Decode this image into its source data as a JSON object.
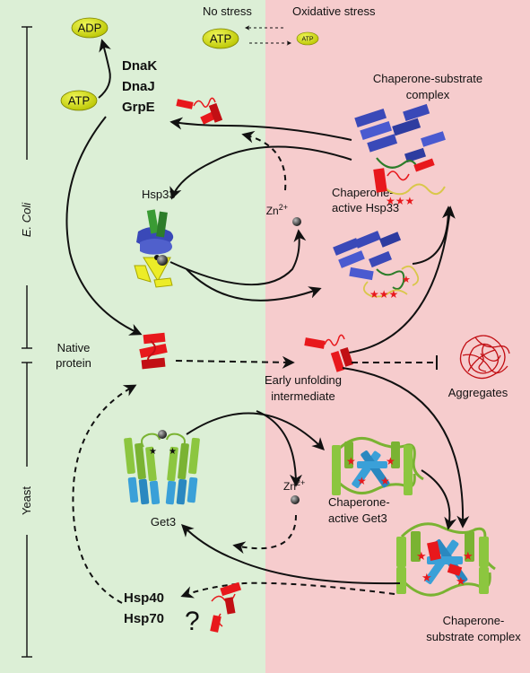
{
  "header": {
    "no_stress": "No stress",
    "oxidative_stress": "Oxidative stress"
  },
  "pills": {
    "adp": "ADP",
    "atp_left": "ATP",
    "atp_top": "ATP",
    "atp_small": "ATP"
  },
  "chaperones_ecoli": {
    "dnak": "DnaK",
    "dnaj": "DnaJ",
    "grpe": "GrpE"
  },
  "ecoli": {
    "side_label": "E. Coli",
    "hsp33": "Hsp33",
    "zn_label": "Zn",
    "zn_charge": "2+",
    "active_hsp33_line1": "Chaperone-",
    "active_hsp33_line2": "active Hsp33",
    "substrate_complex_line1": "Chaperone-substrate",
    "substrate_complex_line2": "complex"
  },
  "middle": {
    "native_line1": "Native",
    "native_line2": "protein",
    "early_line1": "Early unfolding",
    "early_line2": "intermediate",
    "aggregates": "Aggregates"
  },
  "yeast": {
    "side_label": "Yeast",
    "get3": "Get3",
    "zn_label": "Zn",
    "zn_charge": "2+",
    "active_get3_line1": "Chaperone-",
    "active_get3_line2": "active Get3",
    "substrate_complex_line1": "Chaperone-",
    "substrate_complex_line2": "substrate complex",
    "hsp40": "Hsp40",
    "hsp70": "Hsp70",
    "question": "?"
  },
  "colors": {
    "no_stress_bg": "#dcefd6",
    "oxidative_bg": "#f6cccd",
    "pill": "#d8e600",
    "protein_red": "#e8181c",
    "hsp_blue": "#3a49b8",
    "hsp_green": "#3a9b34",
    "hsp_yellow": "#ecec28",
    "get3_green": "#8cc63f",
    "get3_blue": "#3aa0d8"
  }
}
